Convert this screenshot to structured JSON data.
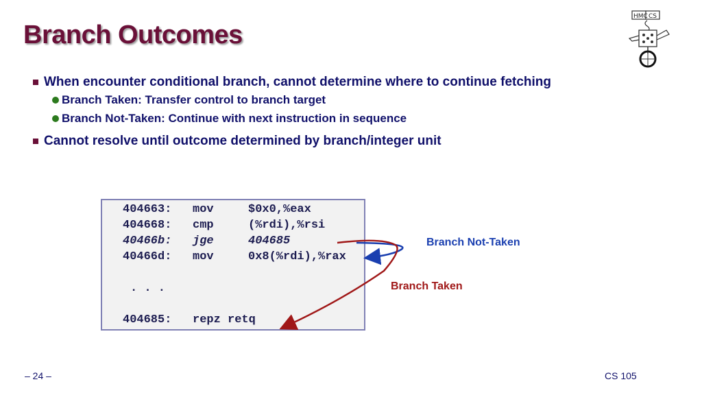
{
  "slide": {
    "title": "Branch Outcomes",
    "bullets": [
      "When encounter conditional branch, cannot determine where to continue fetching",
      "Branch Taken: Transfer control to branch target",
      "Branch Not-Taken: Continue with next instruction in sequence",
      "Cannot resolve until outcome determined by branch/integer unit"
    ],
    "code": {
      "lines": [
        {
          "addr": "404663:",
          "op": "mov",
          "args": "$0x0,%eax"
        },
        {
          "addr": "404668:",
          "op": "cmp",
          "args": "(%rdi),%rsi"
        },
        {
          "addr": "40466b:",
          "op": "jge",
          "args": "404685"
        },
        {
          "addr": "40466d:",
          "op": "mov",
          "args": "0x8(%rdi),%rax"
        }
      ],
      "ellipsis": ". . .",
      "target": {
        "addr": "404685:",
        "op": "repz retq"
      }
    },
    "labels": {
      "not_taken": "Branch Not-Taken",
      "taken": "Branch Taken"
    },
    "footer": {
      "page": "– 24 –",
      "course": "CS 105"
    },
    "logo_text": "HMC CS",
    "colors": {
      "title": "#6a1038",
      "body_text": "#10106a",
      "not_taken_arrow": "#1a3fb0",
      "taken_arrow": "#a01818"
    }
  }
}
